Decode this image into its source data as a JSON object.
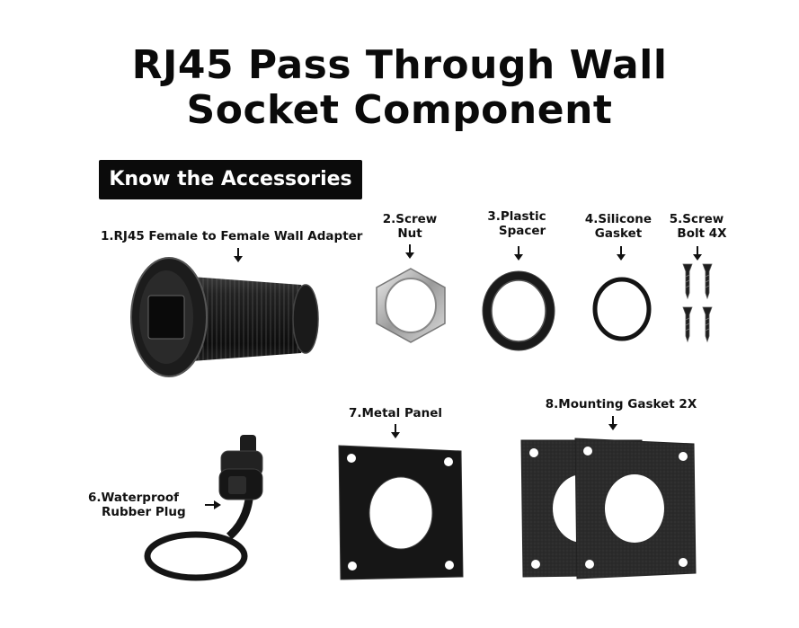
{
  "title": {
    "line1": "RJ45 Pass Through Wall",
    "line2": "Socket Component"
  },
  "section_badge": "Know the Accessories",
  "parts": [
    {
      "label": "1.RJ45 Female to Female Wall Adapter"
    },
    {
      "label_line1": "2.Screw",
      "label_line2": "Nut"
    },
    {
      "label_line1": "3.Plastic",
      "label_line2": "Spacer"
    },
    {
      "label_line1": "4.Silicone",
      "label_line2": "Gasket"
    },
    {
      "label_line1": "5.Screw",
      "label_line2": "Bolt 4X"
    },
    {
      "label_line1": "6.Waterproof",
      "label_line2": "Rubber Plug"
    },
    {
      "label": "7.Metal Panel"
    },
    {
      "label": "8.Mounting Gasket 2X"
    }
  ]
}
